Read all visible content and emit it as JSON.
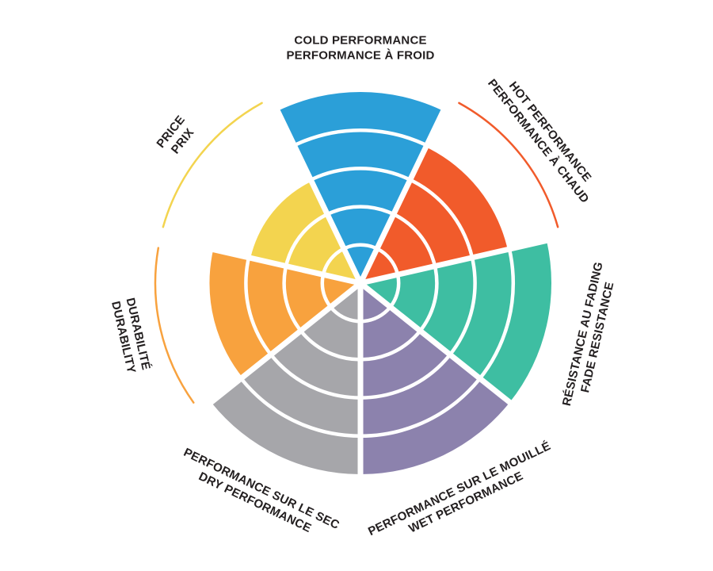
{
  "page": {
    "background": "#FFFFFF",
    "text_color": "#231F20"
  },
  "chart_data": {
    "type": "polar-wedge-rating",
    "title": "",
    "max_level": 5,
    "rings": 5,
    "start_angle_deg": -90,
    "legend_position": "radial-labels",
    "grid": "white ring and sector separators",
    "categories": [
      {
        "id": "cold-performance",
        "lines": [
          "COLD PERFORMANCE",
          "PERFORMANCE À FROID"
        ],
        "value": 5,
        "color": "#2B9FD8"
      },
      {
        "id": "hot-performance",
        "lines": [
          "HOT PERFORMANCE",
          "PERFORMANCE À CHAUD"
        ],
        "value": 4,
        "color": "#F15B2B"
      },
      {
        "id": "fade-resistance",
        "lines": [
          "RÉSISTANCE AU FADING",
          "FADE RESISTANCE"
        ],
        "value": 5,
        "color": "#3EBEA2"
      },
      {
        "id": "wet-performance",
        "lines": [
          "PERFORMANCE SUR LE MOUILLÉ",
          "WET PERFORMANCE"
        ],
        "value": 5,
        "color": "#8C82AD"
      },
      {
        "id": "dry-performance",
        "lines": [
          "PERFORMANCE SUR LE SEC",
          "DRY PERFORMANCE"
        ],
        "value": 5,
        "color": "#A6A6AA"
      },
      {
        "id": "durability",
        "lines": [
          "DURABILITÉ",
          "DURABILITY"
        ],
        "value": 4,
        "color": "#F8A23E"
      },
      {
        "id": "price",
        "lines": [
          "PRICE",
          "PRIX"
        ],
        "value": 3,
        "color": "#F3D44F"
      }
    ]
  }
}
